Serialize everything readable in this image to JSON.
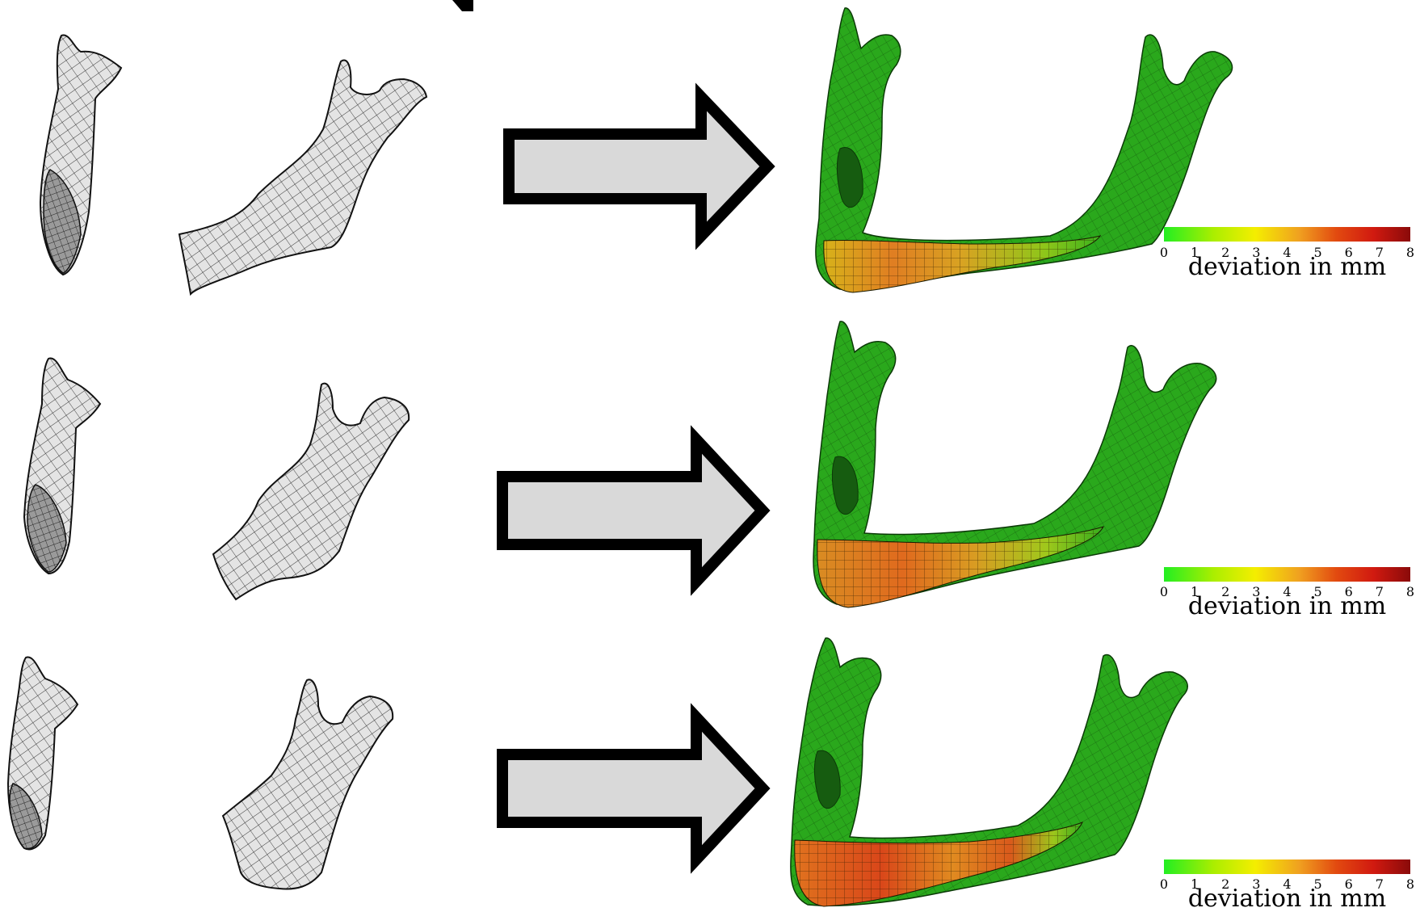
{
  "colorbar": {
    "ticks": [
      "0",
      "1",
      "2",
      "3",
      "4",
      "5",
      "6",
      "7",
      "8"
    ],
    "label": "deviation in mm",
    "gradient": [
      "#22ee22",
      "#aaee00",
      "#f4ee00",
      "#f0a020",
      "#e24a10",
      "#d11a10",
      "#8a0a0a"
    ]
  },
  "rows": [
    {
      "id": "row-1"
    },
    {
      "id": "row-2"
    },
    {
      "id": "row-3"
    }
  ],
  "colors": {
    "mesh_gray": "#e2e2e2",
    "mesh_line": "#2a2a2a",
    "bone_green": "#2aa81c",
    "bone_dark": "#1e7f14",
    "arrow_fill": "#d9d9d9",
    "arrow_stroke": "#000000"
  }
}
